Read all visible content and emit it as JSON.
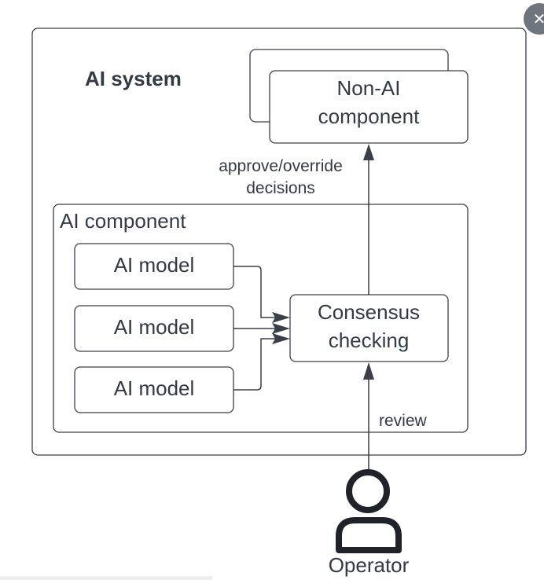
{
  "system": {
    "title": "AI system"
  },
  "non_ai_component": {
    "line1": "Non-AI",
    "line2": "component"
  },
  "edge_labels": {
    "approve_line1": "approve/override",
    "approve_line2": "decisions",
    "review": "review"
  },
  "ai_component": {
    "title": "AI component",
    "models": [
      {
        "label": "AI model"
      },
      {
        "label": "AI model"
      },
      {
        "label": "AI model"
      }
    ],
    "consensus": {
      "line1": "Consensus",
      "line2": "checking"
    }
  },
  "operator": {
    "label": "Operator",
    "icon": "user-icon"
  },
  "close_button": {
    "icon": "close-icon",
    "glyph": "✕"
  }
}
